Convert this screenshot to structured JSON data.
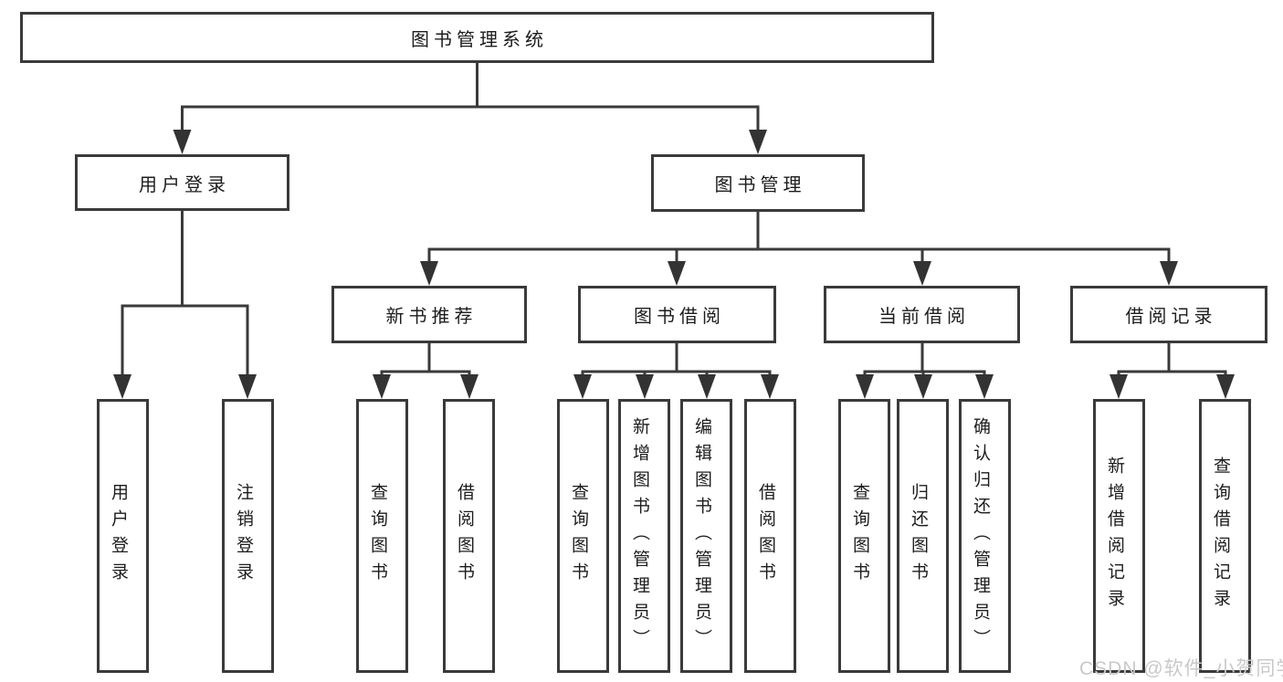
{
  "tree": {
    "root": {
      "label": "图书管理系统"
    },
    "branches": [
      {
        "label": "用户登录",
        "children": [
          {
            "label": "用户登录"
          },
          {
            "label": "注销登录"
          }
        ]
      },
      {
        "label": "图书管理",
        "children": [
          {
            "label": "新书推荐",
            "children": [
              {
                "label": "查询图书"
              },
              {
                "label": "借阅图书"
              }
            ]
          },
          {
            "label": "图书借阅",
            "children": [
              {
                "label": "查询图书"
              },
              {
                "label": "新增图书（管理员）"
              },
              {
                "label": "编辑图书（管理员）"
              },
              {
                "label": "借阅图书"
              }
            ]
          },
          {
            "label": "当前借阅",
            "children": [
              {
                "label": "查询图书"
              },
              {
                "label": "归还图书"
              },
              {
                "label": "确认归还（管理员）"
              }
            ]
          },
          {
            "label": "借阅记录",
            "children": [
              {
                "label": "新增借阅记录"
              },
              {
                "label": "查询借阅记录"
              }
            ]
          }
        ]
      }
    ]
  },
  "watermark": "CSDN @软件_小贺同学",
  "colors": {
    "line": "#3a3a3a",
    "text": "#1c1c1c",
    "watermark": "#c9c9c9",
    "background": "#ffffff"
  }
}
